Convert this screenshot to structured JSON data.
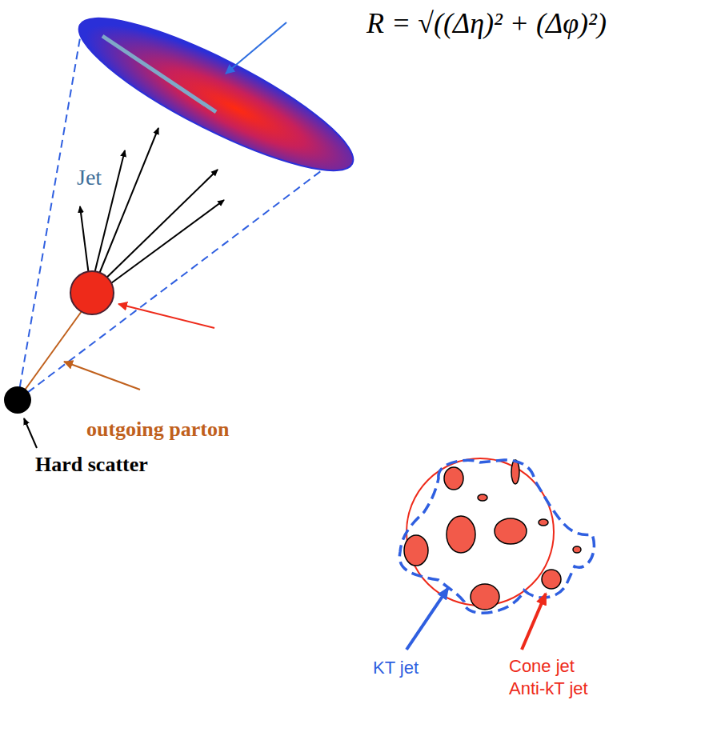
{
  "diagram": {
    "labels": [
      "R = √((Δη)² + (Δφ)²)",
      "Jet",
      "outgoing parton",
      "Hard scatter",
      "KT jet",
      "Cone jet",
      "Anti-kT jet"
    ]
  }
}
